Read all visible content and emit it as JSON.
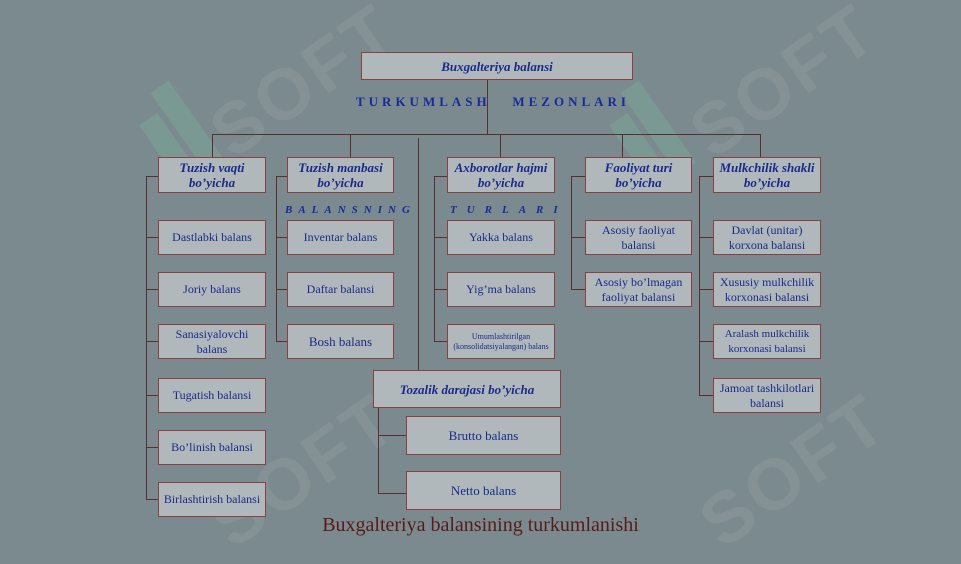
{
  "title": "Buxgalteriya balansi",
  "subtitle": "TURKUMLASH   MEZONLARI",
  "caption": "Buxgalteriya balansining turkumlanishi",
  "accent_color": "#1a2a8a",
  "border_color": "#8a4040",
  "watermark": "SOFT",
  "columns": [
    {
      "header": "Tuzish vaqti bo’yicha",
      "items": [
        "Dastlabki balans",
        "Joriy balans",
        "Sanasiyalovchi balans",
        "Tugatish balansi",
        "Bo’linish balansi",
        "Birlashtirish balansi"
      ]
    },
    {
      "header": "Tuzish manbasi bo’yicha",
      "label": "BALANSNING",
      "items": [
        "Inventar balans",
        "Daftar balansi",
        "Bosh balans"
      ]
    },
    {
      "header": "Axborotlar hajmi bo’yicha",
      "label": "TURLARI",
      "items": [
        "Yakka balans",
        "Yig’ma balans",
        "Umumlashtirilgan (konsolidatsiyalangan) balans"
      ]
    },
    {
      "header": "Faoliyat turi bo’yicha",
      "items": [
        "Asosiy faoliyat balansi",
        "Asosiy bo’lmagan faoliyat balansi"
      ]
    },
    {
      "header": "Mulkchilik shakli bo’yicha",
      "items": [
        "Davlat (unitar) korxona balansi",
        "Xususiy mulkchilik korxonasi balansi",
        "Aralash mulkchilik korxonasi balansi",
        "Jamoat tashkilotlari balansi"
      ]
    }
  ],
  "purity": {
    "header": "Tozalik darajasi bo’yicha",
    "items": [
      "Brutto balans",
      "Netto balans"
    ]
  }
}
